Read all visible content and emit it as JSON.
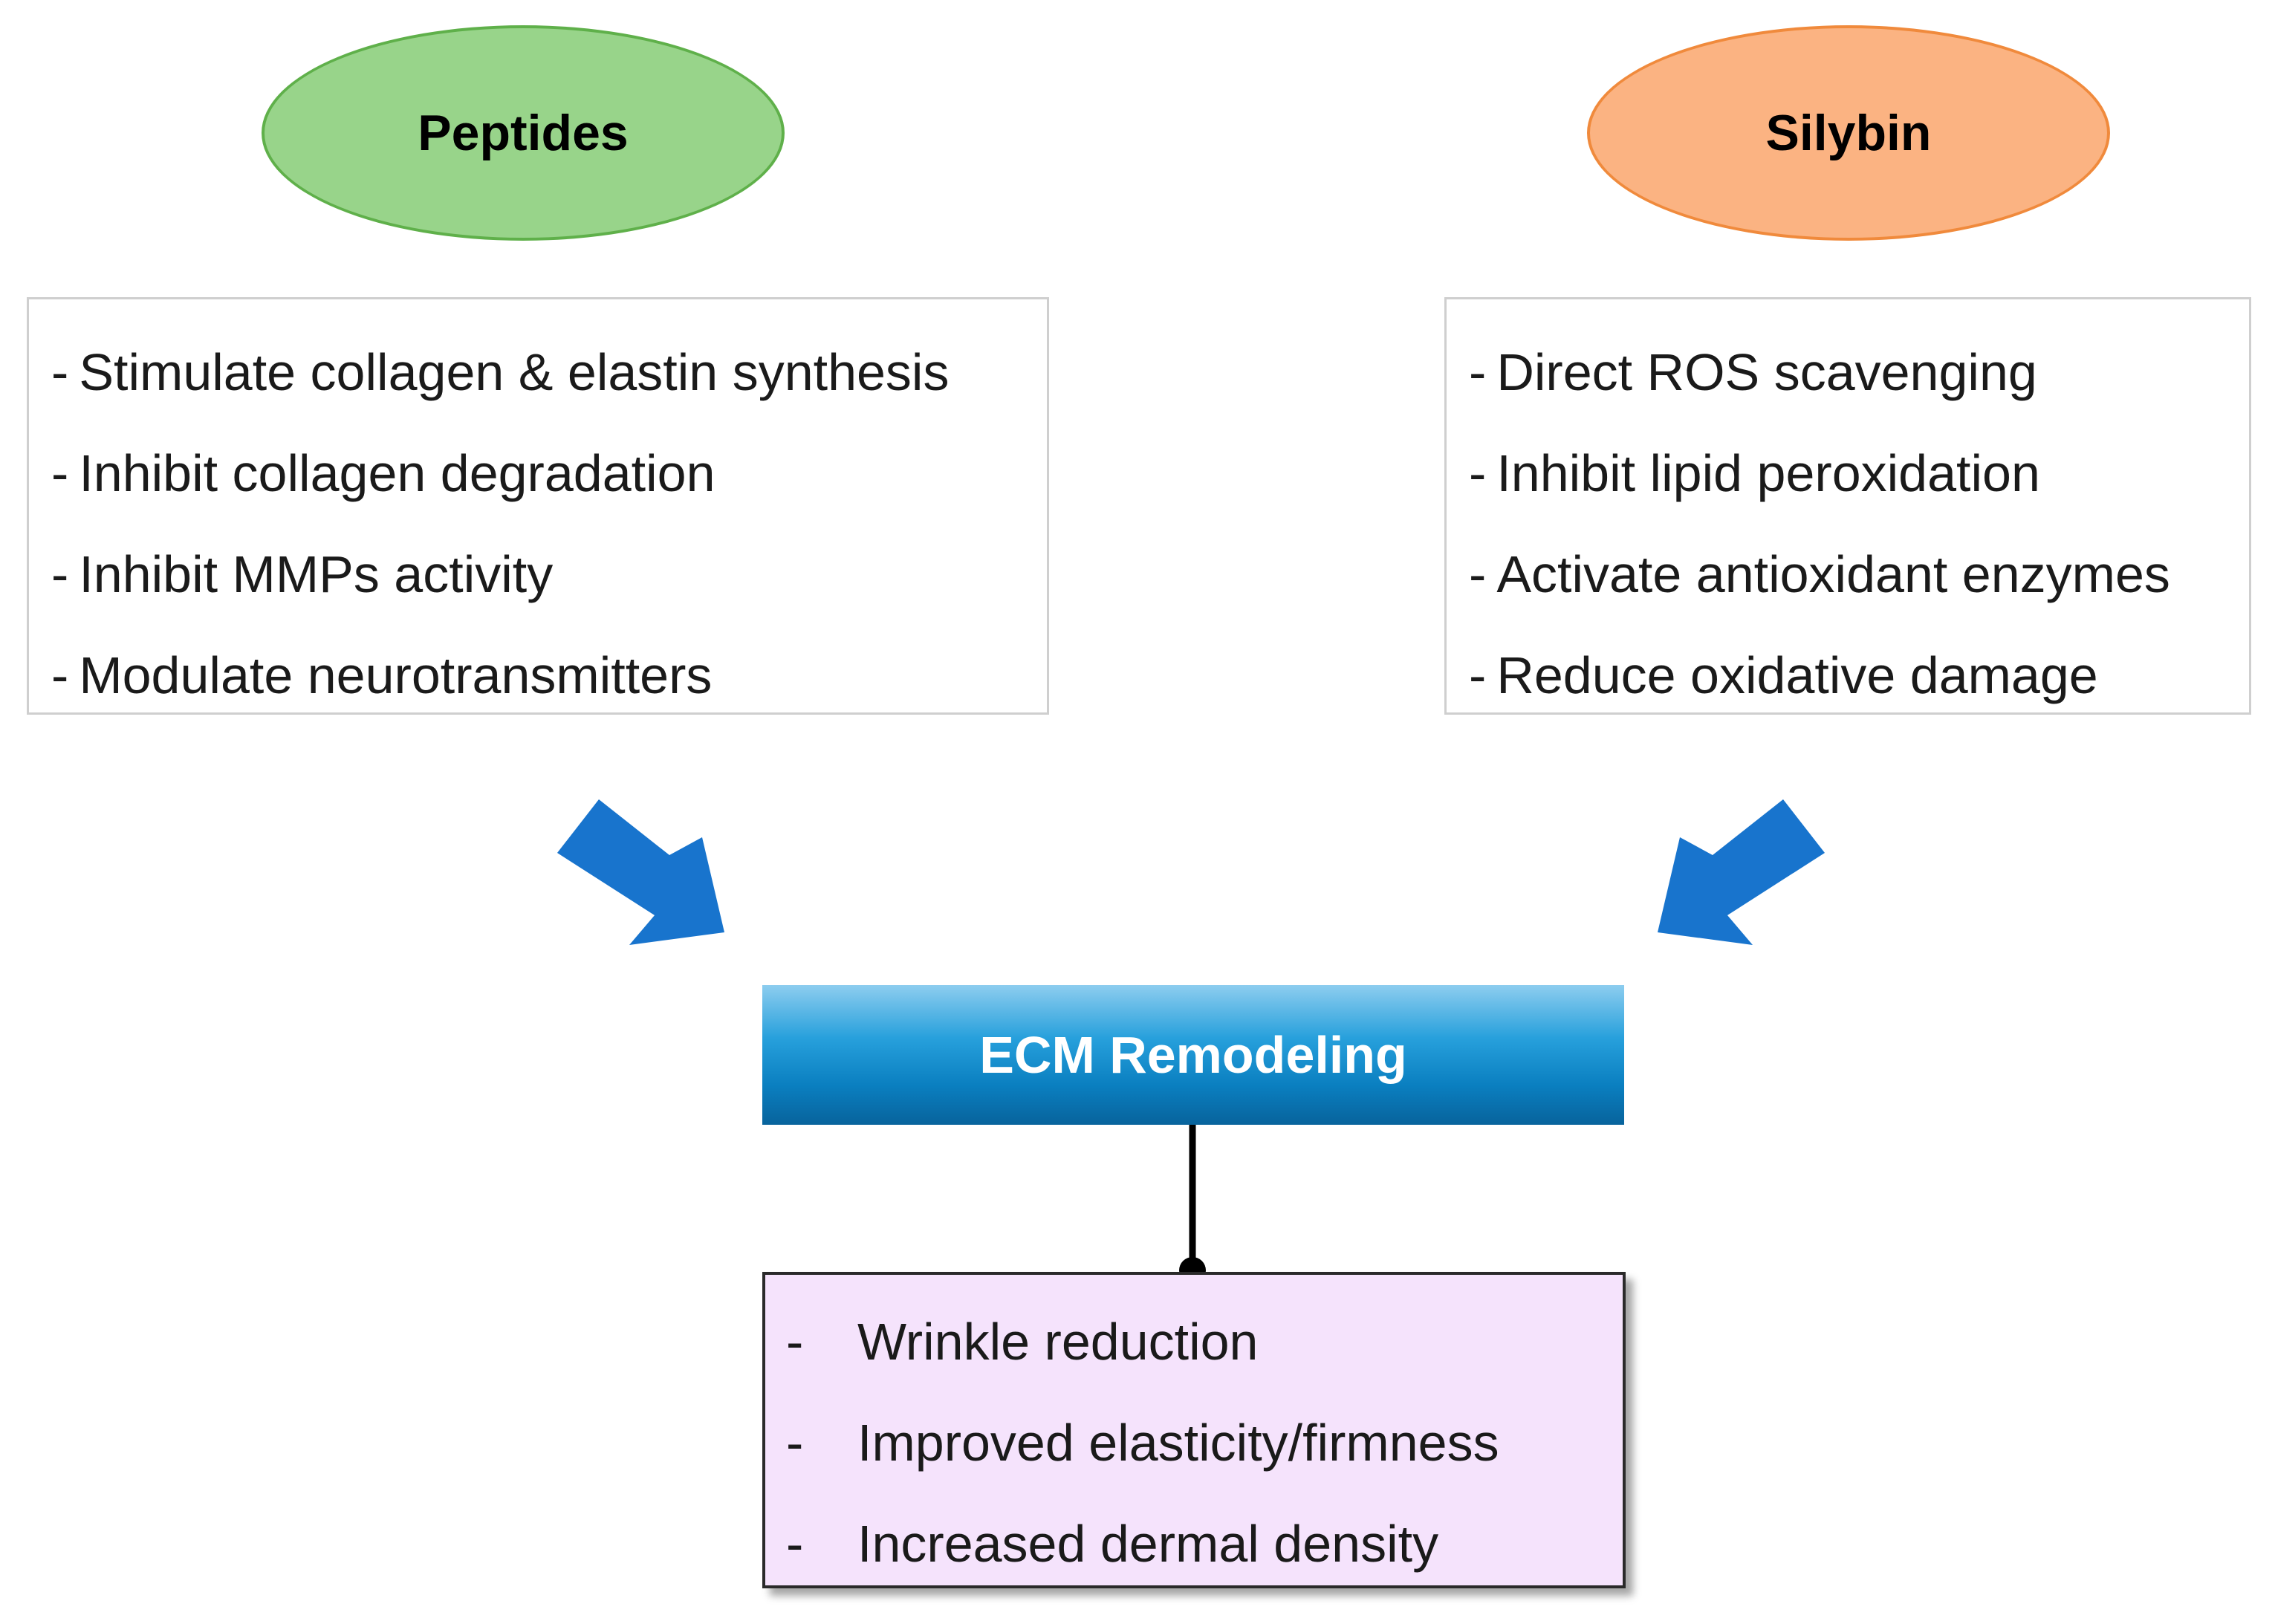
{
  "left_group": {
    "title": "Peptides",
    "items": [
      "Stimulate collagen & elastin synthesis",
      "Inhibit collagen degradation",
      "Inhibit MMPs activity",
      "Modulate neurotransmitters"
    ]
  },
  "right_group": {
    "title": "Silybin",
    "items": [
      "Direct ROS scavenging",
      "Inhibit lipid peroxidation",
      "Activate antioxidant enzymes",
      "Reduce oxidative damage"
    ]
  },
  "center": {
    "title": "ECM Remodeling"
  },
  "outcomes": {
    "items": [
      "Wrinkle reduction",
      "Improved elasticity/firmness",
      "Increased dermal density"
    ]
  },
  "colors": {
    "peptides_fill": "#98d48a",
    "silybin_fill": "#fbb382",
    "arrow_fill": "#1874cd",
    "ecm_fill": "#0a7fc0",
    "outcome_fill": "#f5e3fc"
  },
  "icons": {
    "arrows": [
      "arrow-down-right-icon",
      "arrow-down-left-icon"
    ]
  }
}
